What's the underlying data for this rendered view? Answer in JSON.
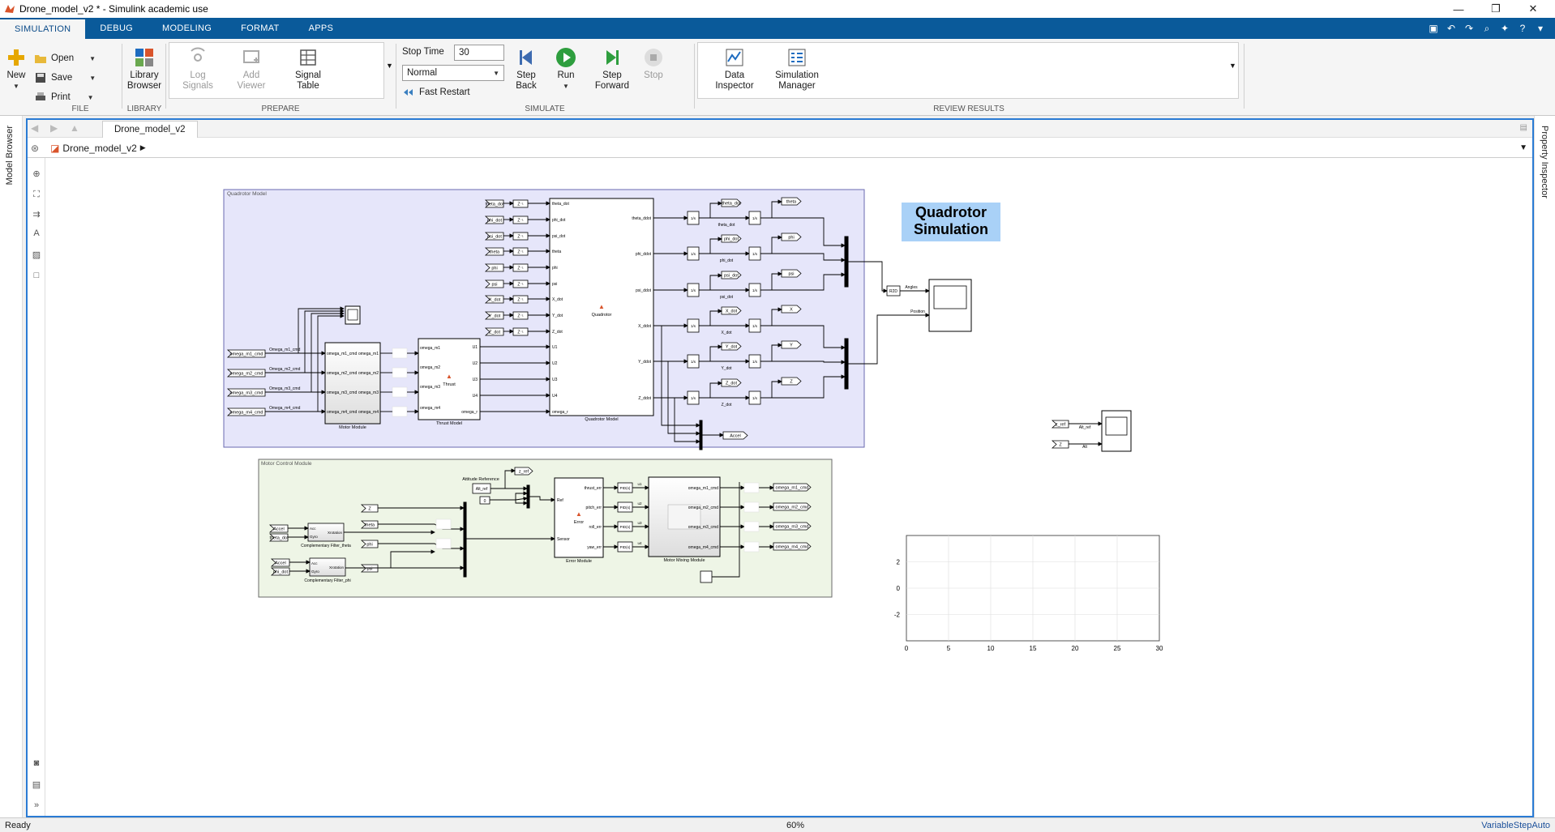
{
  "window": {
    "title": "Drone_model_v2 * - Simulink academic use",
    "minimize": "—",
    "maximize": "❐",
    "close": "✕"
  },
  "tabs": [
    "SIMULATION",
    "DEBUG",
    "MODELING",
    "FORMAT",
    "APPS"
  ],
  "ribbon": {
    "file": {
      "title": "FILE",
      "new": "New",
      "open": "Open",
      "save": "Save",
      "print": "Print"
    },
    "library": {
      "title": "LIBRARY",
      "browser_line1": "Library",
      "browser_line2": "Browser"
    },
    "prepare": {
      "title": "PREPARE",
      "log_line1": "Log",
      "log_line2": "Signals",
      "add_line1": "Add",
      "add_line2": "Viewer",
      "table_line1": "Signal",
      "table_line2": "Table"
    },
    "simulate": {
      "title": "SIMULATE",
      "stop_time_label": "Stop Time",
      "stop_time_value": "30",
      "mode": "Normal",
      "fast_restart": "Fast Restart",
      "step_back_line1": "Step",
      "step_back_line2": "Back",
      "run": "Run",
      "step_fwd_line1": "Step",
      "step_fwd_line2": "Forward",
      "stop": "Stop"
    },
    "review": {
      "title": "REVIEW RESULTS",
      "data_line1": "Data",
      "data_line2": "Inspector",
      "sim_line1": "Simulation",
      "sim_line2": "Manager"
    }
  },
  "editor": {
    "model_tab": "Drone_model_v2",
    "breadcrumb": "Drone_model_v2"
  },
  "side_tabs": {
    "left": "Model Browser",
    "right": "Property Inspector"
  },
  "status": {
    "left": "Ready",
    "zoom": "60%",
    "solver": "VariableStepAuto"
  },
  "diagram": {
    "quad_area": "Quadrotor Model",
    "motor_area": "Motor Control Module",
    "sim_title_1": "Quadrotor",
    "sim_title_2": "Simulation",
    "inputs": [
      "omega_m1_cmd",
      "omega_m2_cmd",
      "omega_m3_cmd",
      "omega_m4_cmd"
    ],
    "input_signals": [
      "Omega_m1_cmd",
      "Omega_m2_cmd",
      "Omega_m3_cmd",
      "Omega_m4_cmd"
    ],
    "motor_module": {
      "name": "Motor Module",
      "in": [
        "omega_m1_cmd",
        "omega_m2_cmd",
        "omega_m3_cmd",
        "omega_m4_cmd"
      ],
      "out": [
        "omega_m1",
        "omega_m2",
        "omega_m3",
        "omega_m4"
      ]
    },
    "thrust_model": {
      "name": "Thrust Model",
      "label": "Thrust",
      "in": [
        "omega_m1",
        "omega_m2",
        "omega_m3",
        "omega_m4"
      ],
      "out": [
        "U1",
        "U2",
        "U3",
        "U4",
        "omega_r"
      ]
    },
    "quad_model": {
      "name": "Quadrotor Model",
      "label": "Quadrotor",
      "in": [
        "theta_dot",
        "phi_dot",
        "psi_dot",
        "theta",
        "phi",
        "psi",
        "X_dot",
        "Y_dot",
        "Z_dot",
        "U1",
        "U2",
        "U3",
        "U4",
        "omega_r"
      ],
      "out": [
        "theta_ddot",
        "phi_ddot",
        "psi_ddot",
        "X_ddot",
        "Y_ddot",
        "Z_ddot"
      ]
    },
    "from_tags": [
      "theta_dot",
      "phi_dot",
      "psi_dot",
      "theta",
      "phi",
      "psi",
      "X_dot",
      "Y_dot",
      "Z_dot"
    ],
    "delay_label": "Z⁻¹",
    "int_label": "1/s",
    "out_tags_dot": [
      "theta_dot",
      "phi_dot",
      "psi_dot",
      "X_dot",
      "Y_dot",
      "Z_dot"
    ],
    "out_tags_pos": [
      "theta",
      "phi",
      "psi",
      "X",
      "Y",
      "Z"
    ],
    "r2d": "R2D",
    "angles": "Angles",
    "position": "Position",
    "accel": "Accel",
    "z_ref": "z_ref",
    "z_tag": "Z",
    "alt_ref": "Alt_ref",
    "alt": "Alt",
    "motor_ctrl": {
      "attitude_ref": "Attitude Reference",
      "alt_ref_tag": "Alt_ref",
      "zero": "0",
      "z_ref": "z_ref",
      "sensors": [
        "Z",
        "theta",
        "phi",
        "psi"
      ],
      "accel": "Accel",
      "theta_dot": "theta_dot",
      "phi_dot": "phi_dot",
      "cf_theta": "Complementary Filter_theta",
      "cf_phi": "Complementary Filter_phi",
      "acc": "Acc",
      "gyro": "Gyro",
      "xrot": "Xrotation",
      "error_module": "Error Module",
      "error_label": "Error",
      "ref": "Ref",
      "sensor": "Sensor",
      "err_out": [
        "thrust_err",
        "pitch_err",
        "roll_err",
        "yaw_err"
      ],
      "pid": "PID(s)",
      "u": [
        "u1",
        "u2",
        "u3",
        "u4"
      ],
      "mixing": "Motor Mixing Module",
      "mix_out": [
        "omega_m1_cmd",
        "omega_m2_cmd",
        "omega_m3_cmd",
        "omega_m4_cmd"
      ]
    },
    "scope_plot": {
      "yticks": [
        "2",
        "0",
        "-2"
      ],
      "xticks": [
        "0",
        "5",
        "10",
        "15",
        "20",
        "25",
        "30"
      ]
    }
  }
}
